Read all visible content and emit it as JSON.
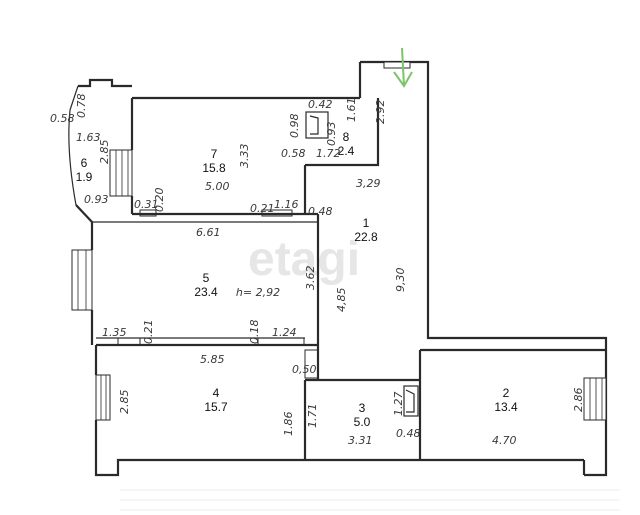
{
  "watermark": "etagi",
  "ceiling_height": "h= 2,92",
  "rooms": [
    {
      "number": "1",
      "area": "22.8"
    },
    {
      "number": "2",
      "area": "13.4"
    },
    {
      "number": "3",
      "area": "5.0"
    },
    {
      "number": "4",
      "area": "15.7"
    },
    {
      "number": "5",
      "area": "23.4"
    },
    {
      "number": "6",
      "area": "1.9"
    },
    {
      "number": "7",
      "area": "15.8"
    },
    {
      "number": "8",
      "area": "2.4"
    }
  ],
  "dims": {
    "d_0_58": "0.58",
    "d_0_78": "0.78",
    "d_1_63": "1.63",
    "d_2_85a": "2.85",
    "d_0_93a": "0.93",
    "d_0_31": "0.31",
    "d_0_20": "0.20",
    "d_0_98": "0.98",
    "d_0_42": "0.42",
    "d_1_61": "1.61",
    "d_0_93b": "0.93",
    "d_0_58b": "0.58",
    "d_1_72": "1.72",
    "d_2_92": "2.92",
    "d_3_33": "3.33",
    "d_5_00": "5.00",
    "d_0_21a": "0.21",
    "d_1_16": "1.16",
    "d_0_48a": "0.48",
    "d_3_29": "3,29",
    "d_6_61": "6.61",
    "d_3_62": "3.62",
    "d_9_30": "9,30",
    "d_4_85": "4,85",
    "d_1_35": "1.35",
    "d_0_21b": "0.21",
    "d_0_18": "0.18",
    "d_1_24": "1.24",
    "d_5_85": "5.85",
    "d_0_50": "0,50",
    "d_2_85b": "2.85",
    "d_1_86": "1.86",
    "d_1_71": "1.71",
    "d_1_27": "1.27",
    "d_3_31": "3.31",
    "d_0_48b": "0.48",
    "d_2_86": "2.86",
    "d_4_70": "4.70"
  },
  "colors": {
    "wall": "#2a2a2a",
    "text": "#3a3a3a",
    "entry_arrow": "#7cc36a",
    "watermark": "#e6e6e6"
  },
  "icons": {
    "entrance": "entrance-arrow-icon",
    "shaft": "ventilation-shaft-icon"
  }
}
